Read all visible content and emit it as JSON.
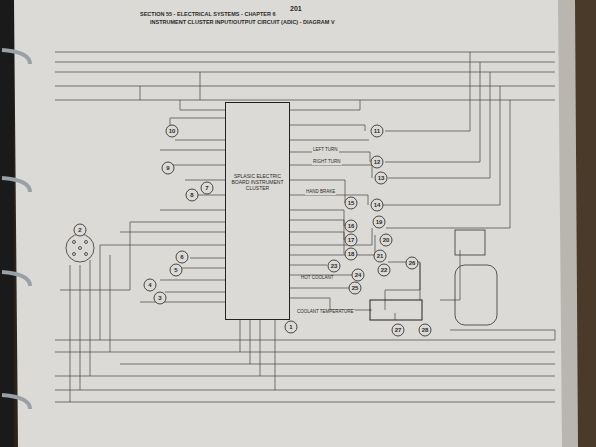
{
  "diagram": {
    "nodes": [
      {
        "text": [
          "SPLASIC ELECTRIC BOARD INSTRUMENT CLUSTER"
        ]
      }
    ],
    "labels": [
      "SECTION 55 - ELECTRICAL SYSTEMS - CHAPTER 6",
      "INSTRUMENT CLUSTER INPUT/OUTPUT CIRCUIT (ADIC) - DIAGRAM V",
      "201",
      "LEFT TURN",
      "RIGHT TURN",
      "HAND BRAKE",
      "HOT COOLANT",
      "COOLANT TEMPERATURE",
      "1",
      "2",
      "3",
      "4",
      "5",
      "6",
      "7",
      "8",
      "9",
      "10",
      "11",
      "12",
      "13",
      "14",
      "15",
      "16",
      "17",
      "18",
      "19",
      "20",
      "21",
      "22",
      "23",
      "24",
      "25",
      "26",
      "27",
      "28"
    ]
  }
}
